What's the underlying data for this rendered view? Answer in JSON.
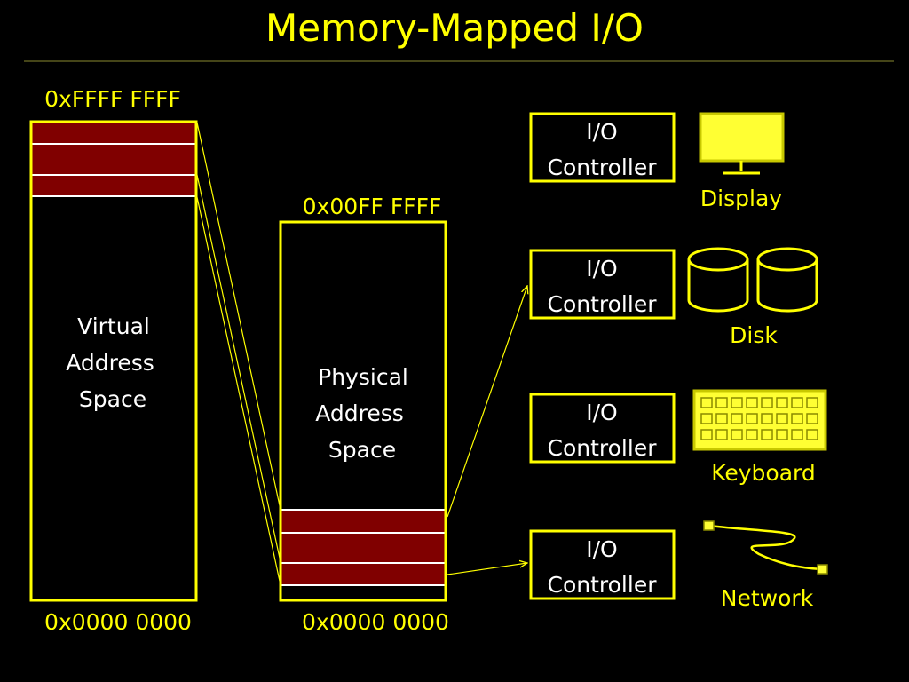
{
  "title": "Memory-Mapped I/O",
  "virtual": {
    "top_address": "0xFFFF FFFF",
    "bottom_address": "0x0000 0000",
    "label": [
      "Virtual",
      "Address",
      "Space"
    ]
  },
  "physical": {
    "top_address": "0x00FF FFFF",
    "bottom_address": "0x0000 0000",
    "label": [
      "Physical",
      "Address",
      "Space"
    ]
  },
  "controllers": [
    {
      "line1": "I/O",
      "line2": "Controller",
      "device": "Display",
      "device_icon": "monitor-icon"
    },
    {
      "line1": "I/O",
      "line2": "Controller",
      "device": "Disk",
      "device_icon": "disk-icon"
    },
    {
      "line1": "I/O",
      "line2": "Controller",
      "device": "Keyboard",
      "device_icon": "keyboard-icon"
    },
    {
      "line1": "I/O",
      "line2": "Controller",
      "device": "Network",
      "device_icon": "network-cable-icon"
    }
  ],
  "colors": {
    "background": "#000000",
    "accent": "#FFFF00",
    "device_fill": "#FFFF33",
    "mapped_region": "#800000",
    "text": "#FFFFFF"
  }
}
